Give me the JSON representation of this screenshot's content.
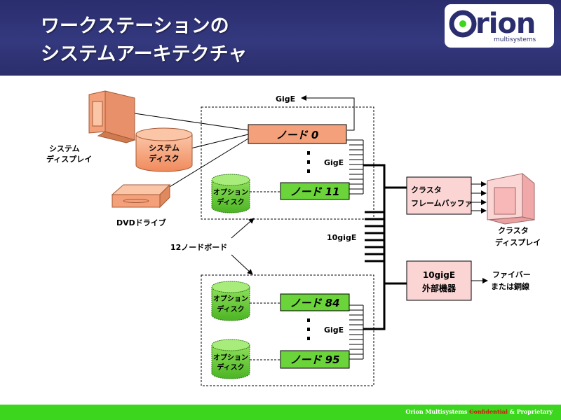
{
  "header": {
    "title_line1": "ワークステーションの",
    "title_line2": "システムアーキテクチャ"
  },
  "logo": {
    "word": "rion",
    "tagline": "multisystems"
  },
  "diagram": {
    "top_gige": "GigE",
    "system_display": [
      "システム",
      "ディスプレイ"
    ],
    "system_disk": [
      "システム",
      "ディスク"
    ],
    "dvd_drive": "DVDドライブ",
    "board_label": "12ノードボード",
    "node0": "ノード 0",
    "node11": "ノード 11",
    "node84": "ノード 84",
    "node95": "ノード 95",
    "option_disk": [
      "オプション",
      "ディスク"
    ],
    "gige_upper": "GigE",
    "gige_lower": "GigE",
    "tengige": "10gigE",
    "cluster_fb": [
      "クラスタ",
      "フレームバッファ"
    ],
    "external": [
      "10gigE",
      "外部機器"
    ],
    "cluster_display": [
      "クラスタ",
      "ディスプレイ"
    ],
    "fiber": [
      "ファイバー",
      "または銅線"
    ]
  },
  "colors": {
    "header_bg": "#2a2e6e",
    "node_orange": "#f4a07a",
    "node_green": "#6ad43a",
    "pink_box": "#fbd4d4",
    "footer_green": "#3cd61e"
  },
  "footer": {
    "company": "Orion Multisystems",
    "struck": "Confidential",
    "suffix": "& Proprietary"
  }
}
